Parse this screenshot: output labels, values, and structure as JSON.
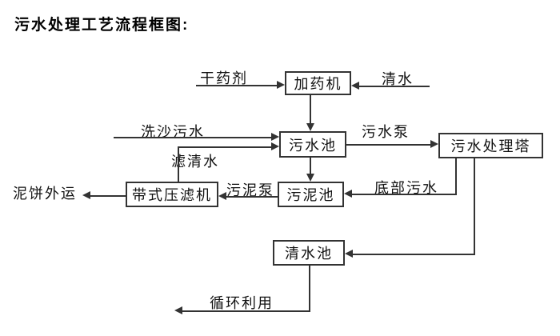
{
  "title": "污水处理工艺流程框图:",
  "colors": {
    "background": "#ffffff",
    "line": "#333333",
    "text": "#111111"
  },
  "nodes": {
    "dosing_machine": {
      "label": "加药机"
    },
    "sewage_pool": {
      "label": "污水池"
    },
    "treatment_tower": {
      "label": "污水处理塔"
    },
    "sludge_pool": {
      "label": "污泥池"
    },
    "belt_filter_press": {
      "label": "带式压滤机"
    },
    "clean_water_pool": {
      "label": "清水池"
    }
  },
  "flow_labels": {
    "dry_agent": "干药剂",
    "clean_water_in": "清水",
    "sand_wash_sewage": "洗沙污水",
    "sewage_pump": "污水泵",
    "filtered_water": "滤清水",
    "sludge_pump": "污泥泵",
    "bottom_sewage": "底部污水",
    "mud_cake_out": "泥饼外运",
    "recycle_use": "循环利用"
  }
}
